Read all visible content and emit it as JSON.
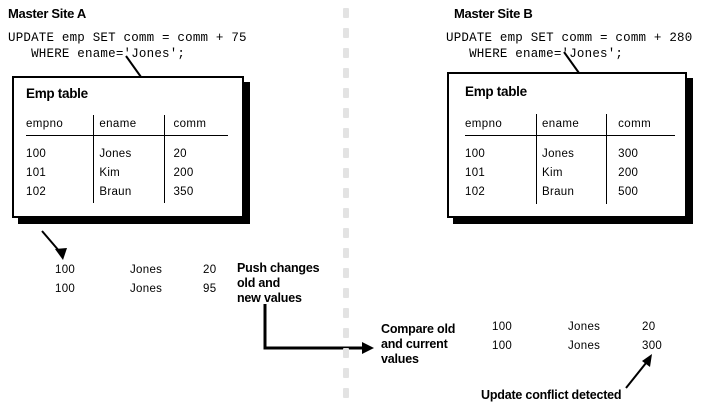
{
  "diagram": {
    "title": "Update conflict detection between two master sites",
    "divider": {
      "name": "vertical-dotted-separator",
      "color": "#e3e3e3",
      "dot_count": 20
    }
  },
  "left_site": {
    "title": "Master Site A",
    "sql": "UPDATE emp SET comm = comm + 75\n   WHERE ename='Jones';",
    "card_title": "Emp table",
    "table": {
      "columns": [
        "empno",
        "ename",
        "comm"
      ],
      "rows": [
        [
          "100",
          "Jones",
          "20"
        ],
        [
          "101",
          "Kim",
          "200"
        ],
        [
          "102",
          "Braun",
          "350"
        ]
      ]
    }
  },
  "right_site": {
    "title": "Master Site B",
    "sql": "UPDATE emp SET comm = comm + 280\n   WHERE ename='Jones';",
    "card_title": "Emp table",
    "table": {
      "columns": [
        "empno",
        "ename",
        "comm"
      ],
      "rows": [
        [
          "100",
          "Jones",
          "300"
        ],
        [
          "101",
          "Kim",
          "200"
        ],
        [
          "102",
          "Braun",
          "500"
        ]
      ]
    }
  },
  "push_changes": {
    "label": "Push changes\nold and\nnew values",
    "rows": [
      [
        "100",
        "Jones",
        "20"
      ],
      [
        "100",
        "Jones",
        "95"
      ]
    ]
  },
  "compare": {
    "label": "Compare  old\nand current\nvalues",
    "rows": [
      [
        "100",
        "Jones",
        "20"
      ],
      [
        "100",
        "Jones",
        "300"
      ]
    ]
  },
  "conflict": {
    "label": "Update conflict detected"
  },
  "arrows": {
    "sql_to_table_left": "arrow-down-right",
    "sql_to_table_right": "arrow-down-right",
    "table_to_changes": "arrow-down-right",
    "push_to_compare": "elbow-arrow-right",
    "conflict_pointer": "arrow-up-right"
  }
}
